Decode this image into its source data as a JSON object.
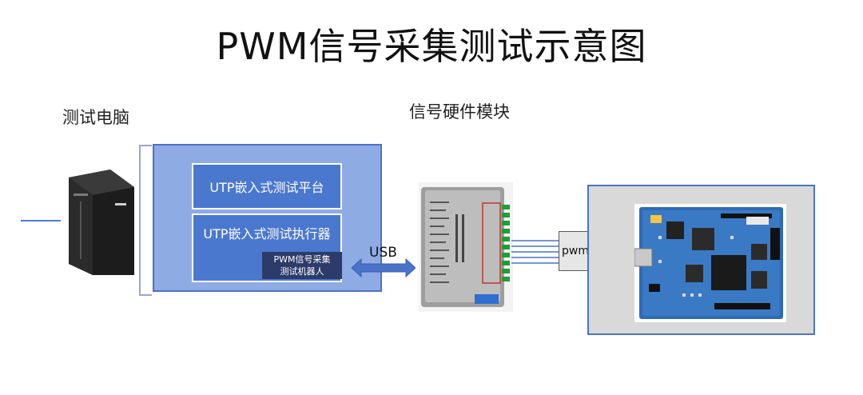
{
  "title": "PWM信号采集测试示意图",
  "labels": {
    "test_pc": "测试电脑",
    "signal_hw_module": "信号硬件模块"
  },
  "pc_panel": {
    "platform": "UTP嵌入式测试平台",
    "executor": "UTP嵌入式测试执行器",
    "robot_line1": "PWM信号采集",
    "robot_line2": "测试机器人"
  },
  "connections": {
    "usb": "USB",
    "pwm": "pwm"
  },
  "icons": [
    "pc-tower-icon",
    "usb-arrow-icon",
    "daq-device-icon",
    "fpga-board-icon"
  ],
  "colors": {
    "panel_fill": "#8fabe4",
    "inner_box": "#4a78cf",
    "robot_box": "#2d3b6b",
    "arrow": "#4a72c9",
    "fpga_panel": "#d9d9d9"
  }
}
